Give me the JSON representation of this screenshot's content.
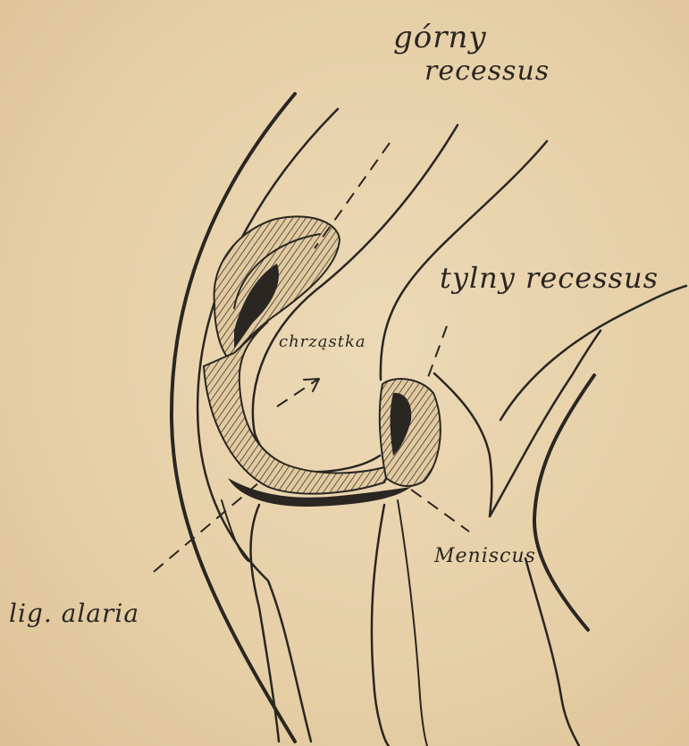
{
  "labels": {
    "gorny": "górny",
    "recessus_top": "recessus",
    "tylny_recessus": "tylny recessus",
    "chrzastka": "chrząstka",
    "meniscus": "Meniscus",
    "lig_alaria": "lig. alaria"
  },
  "colors": {
    "paper": "#e8d3ad",
    "ink": "#2a2622"
  }
}
